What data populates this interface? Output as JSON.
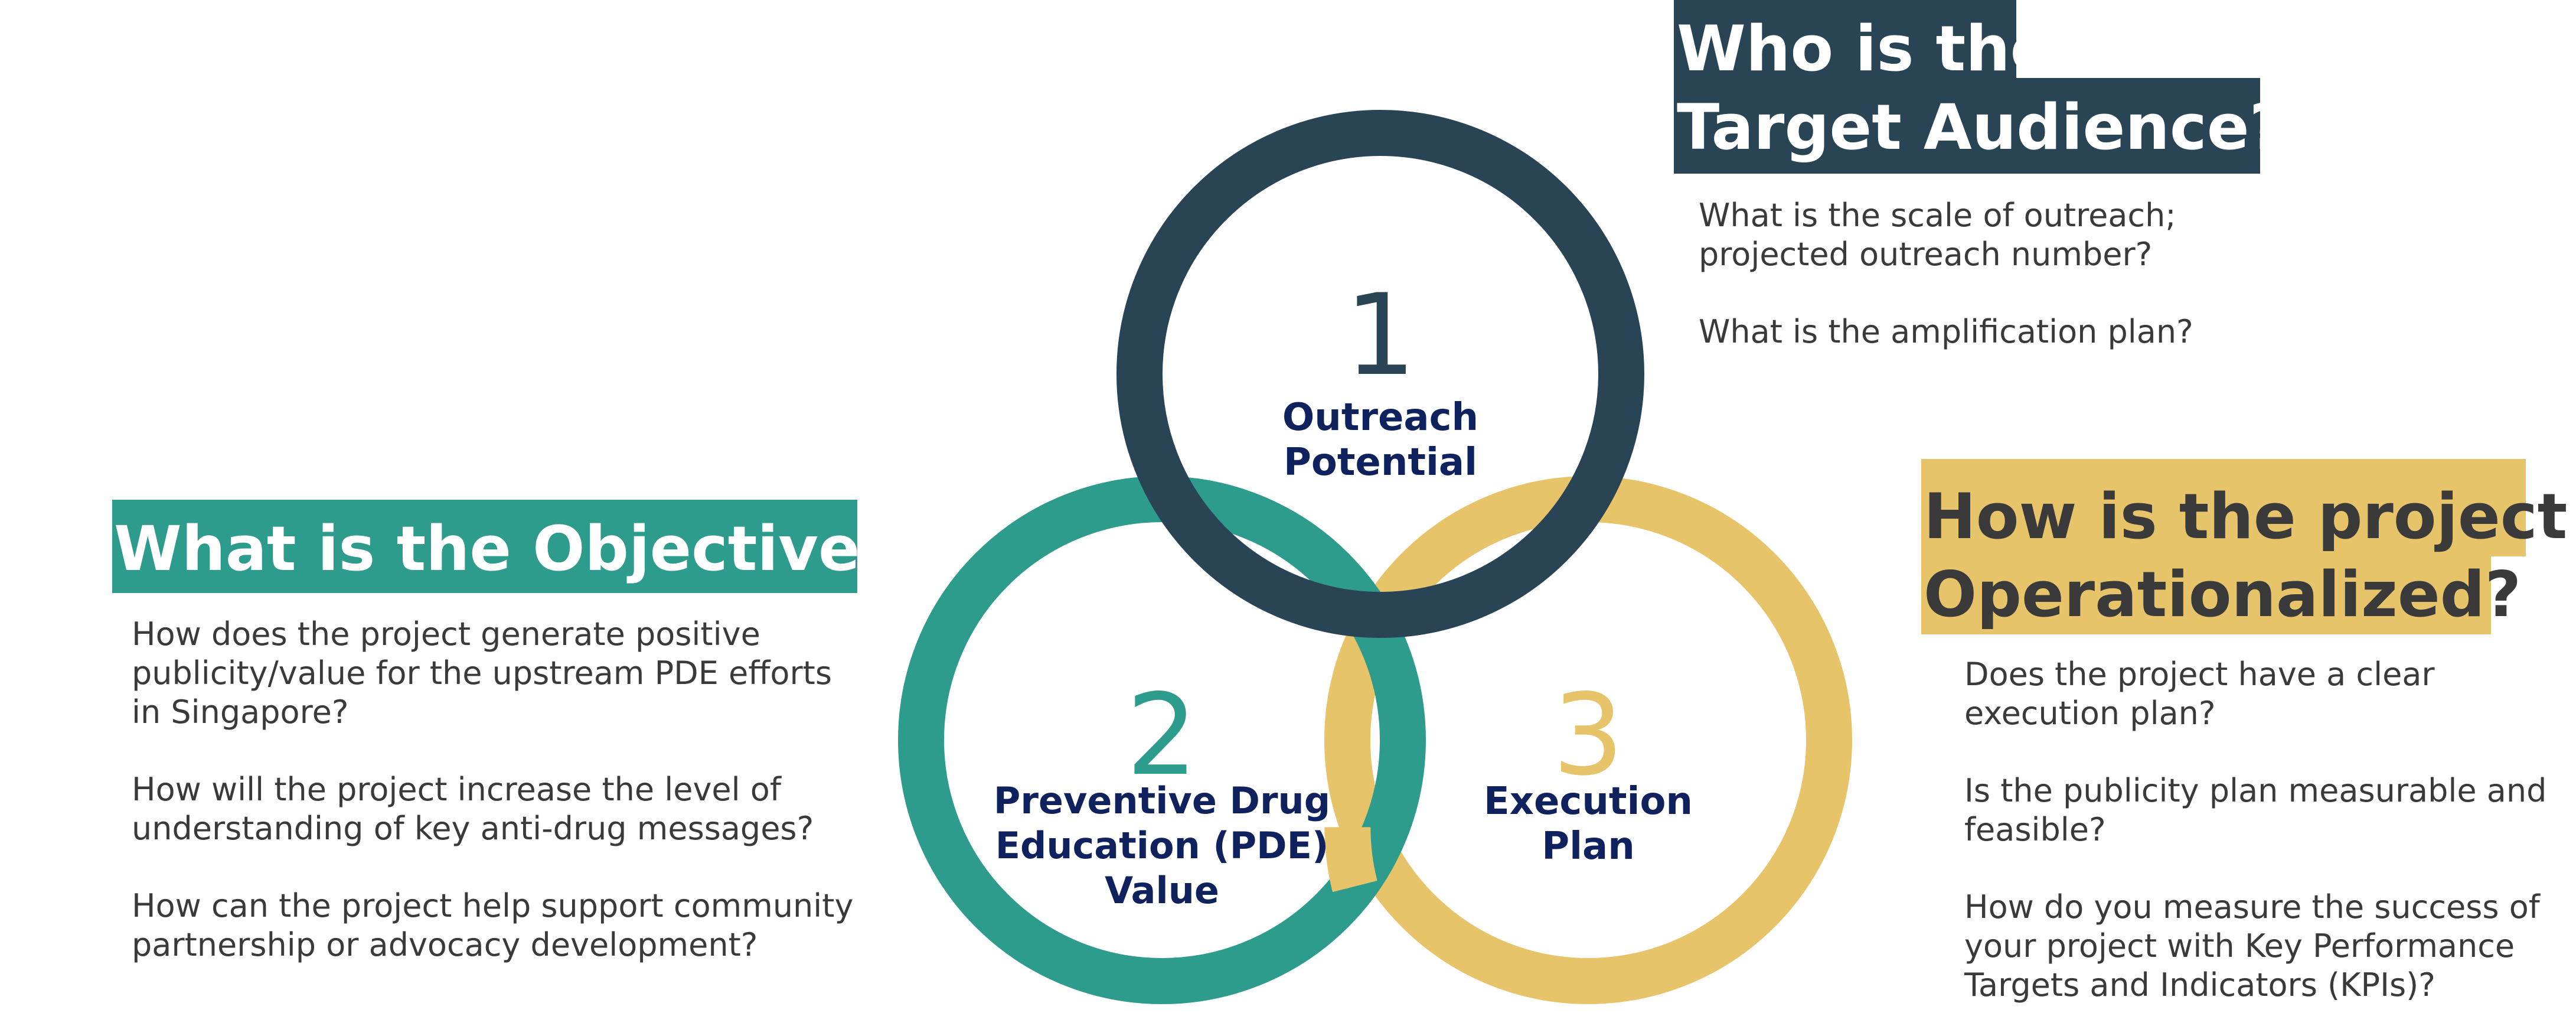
{
  "colors": {
    "navy": "#284455",
    "teal": "#2e9c8c",
    "gold": "#e7c36a",
    "label_blue": "#10225e",
    "body_text": "#3a3a3a",
    "white": "#ffffff"
  },
  "circles": [
    {
      "number": "1",
      "label_lines": [
        "Outreach",
        "Potential"
      ],
      "color": "navy"
    },
    {
      "number": "2",
      "label_lines": [
        "Preventive Drug",
        "Education (PDE)",
        "Value"
      ],
      "color": "teal"
    },
    {
      "number": "3",
      "label_lines": [
        "Execution",
        "Plan"
      ],
      "color": "gold"
    }
  ],
  "target_audience": {
    "heading_line1": "Who is the",
    "heading_line2": "Target Audience?",
    "questions": [
      "What is the scale of outreach; projected outreach number?",
      "What is the amplification plan?"
    ]
  },
  "objective": {
    "heading": "What is the Objective?",
    "questions": [
      "How does the project generate positive publicity/value for the upstream PDE efforts in Singapore?",
      "How will the project increase the level of understanding of key anti-drug messages?",
      "How can the project help support community partnership or advocacy development?"
    ]
  },
  "operationalized": {
    "heading_line1": "How is the project",
    "heading_line2": "Operationalized?",
    "questions": [
      "Does the project have a clear execution plan?",
      "Is the publicity plan measurable and feasible?",
      "How do you measure the success of your project with Key Performance Targets and Indicators (KPIs)?"
    ]
  }
}
